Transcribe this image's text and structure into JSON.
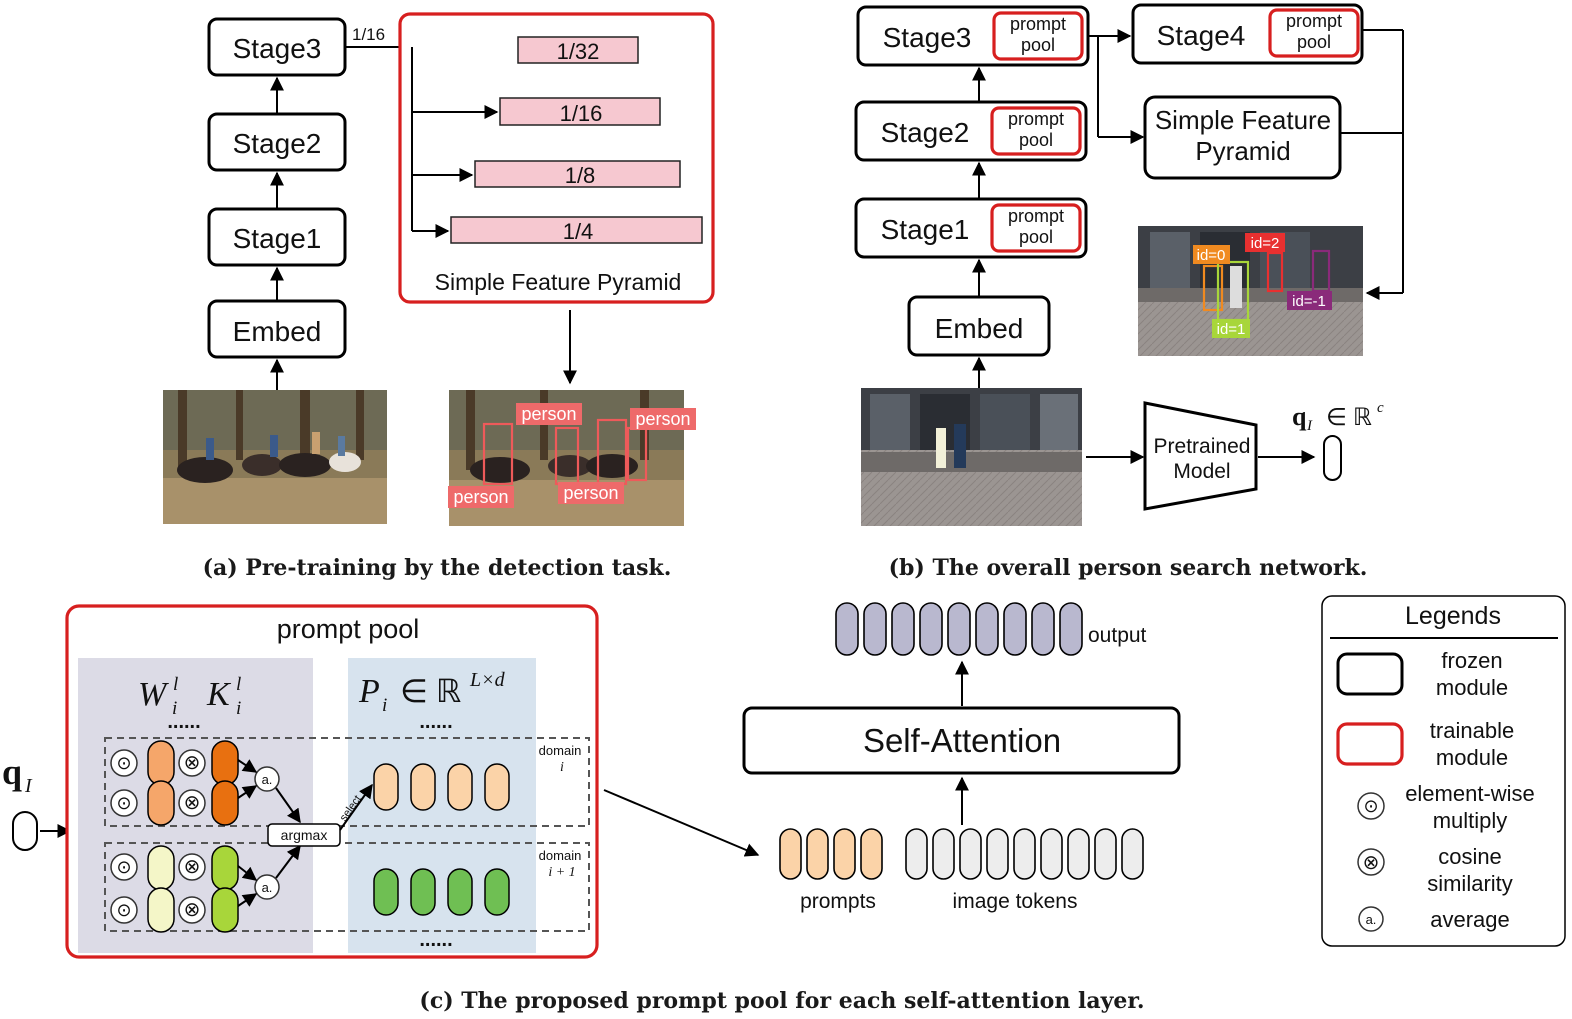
{
  "panel_a": {
    "stages": [
      "Stage3",
      "Stage2",
      "Stage1",
      "Embed"
    ],
    "stride_label": "1/16",
    "pyramid_levels": [
      "1/32",
      "1/16",
      "1/8",
      "1/4"
    ],
    "pyramid_title": "Simple Feature Pyramid",
    "detections": [
      "person",
      "person",
      "person",
      "person"
    ],
    "caption": "(a) Pre-training by the detection task."
  },
  "panel_b": {
    "stages": [
      {
        "name": "Stage3",
        "pool_l1": "prompt",
        "pool_l2": "pool"
      },
      {
        "name": "Stage4",
        "pool_l1": "prompt",
        "pool_l2": "pool"
      },
      {
        "name": "Stage2",
        "pool_l1": "prompt",
        "pool_l2": "pool"
      },
      {
        "name": "Stage1",
        "pool_l1": "prompt",
        "pool_l2": "pool"
      }
    ],
    "embed": "Embed",
    "sfp_line1": "Simple Feature",
    "sfp_line2": "Pyramid",
    "ids": [
      "id=0",
      "id=2",
      "id=-1",
      "id=1"
    ],
    "pretrained_l1": "Pretrained",
    "pretrained_l2": "Model",
    "query_symbol": "q",
    "query_sub": "I",
    "query_space": "∈ ℝ",
    "query_sup": "c",
    "caption": "(b) The overall person search network."
  },
  "panel_c": {
    "pool_title": "prompt pool",
    "w_sym": "W",
    "w_sub": "i",
    "w_sup": "l",
    "k_sym": "K",
    "k_sub": "i",
    "k_sup": "l",
    "p_sym": "P",
    "p_sub": "i",
    "p_space": "∈ ℝ",
    "p_sup": "L×d",
    "dots": "......",
    "domain1": "domain",
    "domain1_sub": "i",
    "domain2": "domain",
    "domain2_sub": "i + 1",
    "argmax": "argmax",
    "select": "select",
    "avg_symbol": "a.",
    "dot_symbol": "⊙",
    "cos_symbol": "⊗",
    "query_symbol": "q",
    "query_sub": "I",
    "attention": "Self-Attention",
    "output": "output",
    "prompts": "prompts",
    "image_tokens": "image tokens",
    "caption": "(c) The proposed prompt pool for each self-attention layer."
  },
  "legend": {
    "title": "Legends",
    "frozen_l1": "frozen",
    "frozen_l2": "module",
    "trainable_l1": "trainable",
    "trainable_l2": "module",
    "ew_l1": "element-wise",
    "ew_l2": "multiply",
    "cos_l1": "cosine",
    "cos_l2": "similarity",
    "avg": "average"
  },
  "colors": {
    "trainable_border": "#d71f1f",
    "pyramid_fill": "#f6c8d0",
    "orange_light": "#f5a66a",
    "orange_dark": "#e87010",
    "yellow_light": "#f4f6c8",
    "green_light": "#a8d63a",
    "prompt_peach": "#fbd3a8",
    "prompt_green": "#6fbf53",
    "output_purple": "#b9b8cf",
    "token_gray": "#ededed",
    "key_bg": "#dcdbe6",
    "prompt_bg": "#d7e3ee"
  }
}
